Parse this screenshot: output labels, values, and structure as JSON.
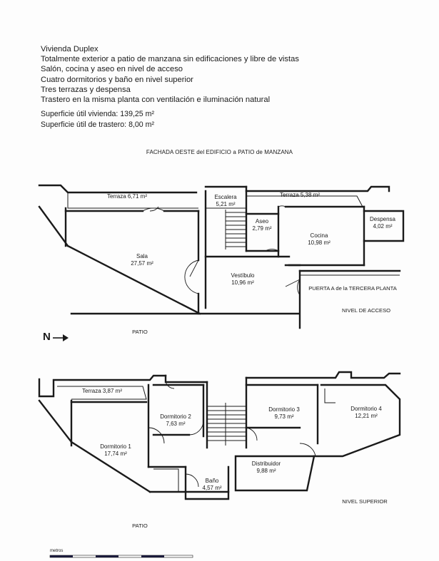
{
  "description": {
    "lines": [
      "Vivienda Duplex",
      "Totalmente exterior a patio de manzana sin edificaciones y libre de vistas",
      "Salón, cocina y aseo en nivel de acceso",
      "Cuatro dormitorios y baño en nivel superior",
      "Tres terrazas y despensa",
      "Trastero en la misma planta  con ventilación e iluminación natural"
    ]
  },
  "surfaces": {
    "vivienda": "Superficie útil vivienda: 139,25 m²",
    "trastero": "Superficie útil de trastero: 8,00 m²"
  },
  "fachada": "FACHADA OESTE del EDIFICIO a PATIO de MANZANA",
  "north": "N",
  "scale_label": "metros",
  "level_access": {
    "name": "NIVEL DE ACCESO",
    "entrance": "PUERTA A de la TERCERA PLANTA",
    "patio": "PATIO",
    "rooms": [
      {
        "name": "Terraza 6,71 m²"
      },
      {
        "name": "Escalera",
        "area": "5,21 m²"
      },
      {
        "name": "Terraza 5,38 m²"
      },
      {
        "name": "Aseo",
        "area": "2,79 m²"
      },
      {
        "name": "Cocina",
        "area": "10,98 m²"
      },
      {
        "name": "Despensa",
        "area": "4,02 m²"
      },
      {
        "name": "Sala",
        "area": "27,57 m²"
      },
      {
        "name": "Vestíbulo",
        "area": "10,96 m²"
      }
    ]
  },
  "level_upper": {
    "name": "NIVEL SUPERIOR",
    "patio": "PATIO",
    "rooms": [
      {
        "name": "Terraza 3,87 m²"
      },
      {
        "name": "Dormitorio 2",
        "area": "7,63 m²"
      },
      {
        "name": "Dormitorio 3",
        "area": "9,73 m²"
      },
      {
        "name": "Dormitorio 4",
        "area": "12,21 m²"
      },
      {
        "name": "Dormitorio 1",
        "area": "17,74 m²"
      },
      {
        "name": "Distribuidor",
        "area": "9,88 m²"
      },
      {
        "name": "Baño",
        "area": "4,57 m²"
      }
    ]
  }
}
